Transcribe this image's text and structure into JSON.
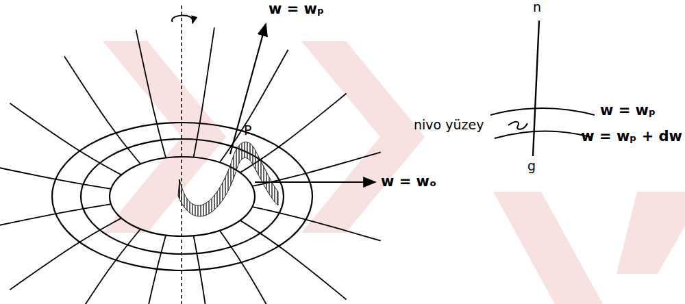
{
  "diagram": {
    "labels": [
      "w = wₚ",
      "n",
      "nivo yüzey",
      "w = wₚ",
      "P",
      "w = wₚ + dw",
      "w = wₒ",
      "g"
    ]
  }
}
